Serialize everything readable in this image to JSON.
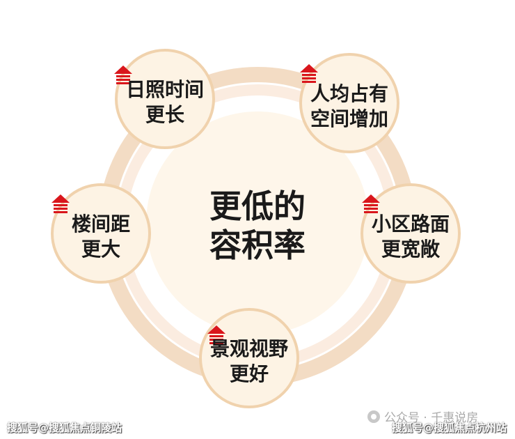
{
  "colors": {
    "ring": "#f3dcc4",
    "ring_inner": "#fbece0",
    "bubble_fill": "#fdf3e4",
    "bubble_stroke": "#f0d2ad",
    "center_fill": "#fef6ea",
    "arrow": "#d9161c"
  },
  "diagram": {
    "center": {
      "line1": "更低的",
      "line2": "容积率"
    },
    "nodes": [
      {
        "id": "sunlight",
        "line1": "日照时间",
        "line2": "更长",
        "icon": "red-up-arrow-icon"
      },
      {
        "id": "space",
        "line1": "人均占有",
        "line2": "空间增加",
        "icon": "red-up-arrow-icon"
      },
      {
        "id": "road",
        "line1": "小区路面",
        "line2": "更宽敞",
        "icon": "red-up-arrow-icon"
      },
      {
        "id": "view",
        "line1": "景观视野",
        "line2": "更好",
        "icon": "red-up-arrow-icon"
      },
      {
        "id": "distance",
        "line1": "楼间距",
        "line2": "更大",
        "icon": "red-up-arrow-icon"
      }
    ]
  },
  "watermarks": {
    "left": "搜狐号@搜狐焦点铜陵站",
    "account": "公众号 · 千惠说房",
    "right": "搜狐号@搜狐焦点杭州站"
  }
}
